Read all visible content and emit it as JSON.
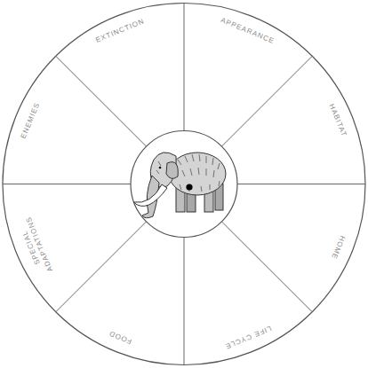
{
  "diagram": {
    "labels": [
      "APPEARANCE",
      "HABITAT",
      "HOME",
      "LIFE CYCLE",
      "FOOD",
      "SPECIAL ADAPTATIONS",
      "ENEMIES",
      "EXTINCTION"
    ]
  }
}
